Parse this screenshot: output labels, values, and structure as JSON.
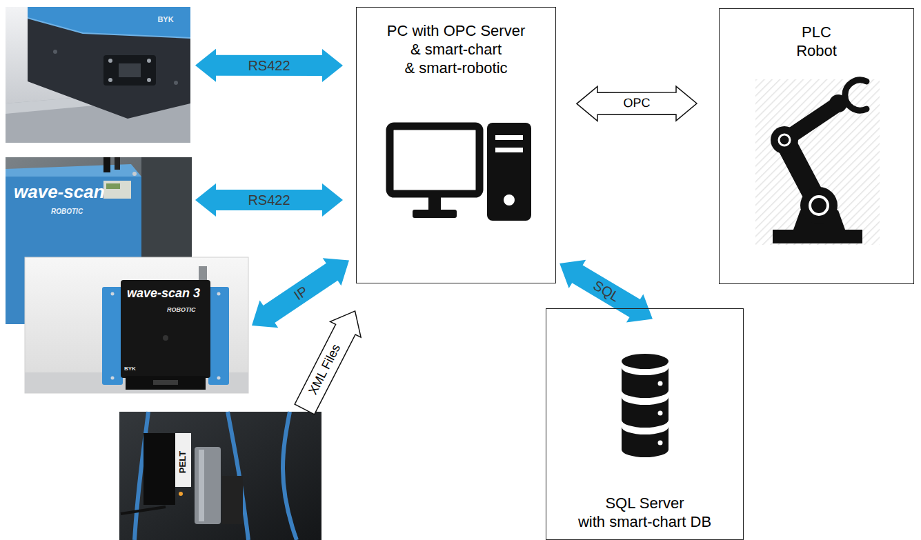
{
  "diagram": {
    "nodes": [
      {
        "text": [
          "BYK"
        ]
      },
      {
        "text": [
          "PC with OPC Server & smart-chart & smart-robotic"
        ]
      },
      {
        "text": [
          "PLC Robot"
        ]
      },
      {
        "text": [
          "wave-scan",
          "ROBOTIC"
        ]
      },
      {
        "text": [
          "wave-scan 3",
          "ROBOTIC",
          "BYK"
        ]
      },
      {
        "text": [
          "SQL Server with smart-chart DB"
        ]
      },
      {
        "text": [
          "PELT"
        ]
      }
    ],
    "edges": [
      {
        "from": 0,
        "to": 1,
        "arrow": "both",
        "label": "RS422"
      },
      {
        "from": 1,
        "to": 2,
        "arrow": "both",
        "label": "OPC"
      },
      {
        "from": 3,
        "to": 1,
        "arrow": "both",
        "label": "RS422"
      },
      {
        "from": 1,
        "to": 5,
        "arrow": "both",
        "label": "SQL"
      },
      {
        "from": 4,
        "to": 1,
        "arrow": "both",
        "label": "IP"
      },
      {
        "from": 6,
        "to": 1,
        "arrow": "to",
        "label": "XML Files"
      }
    ]
  }
}
